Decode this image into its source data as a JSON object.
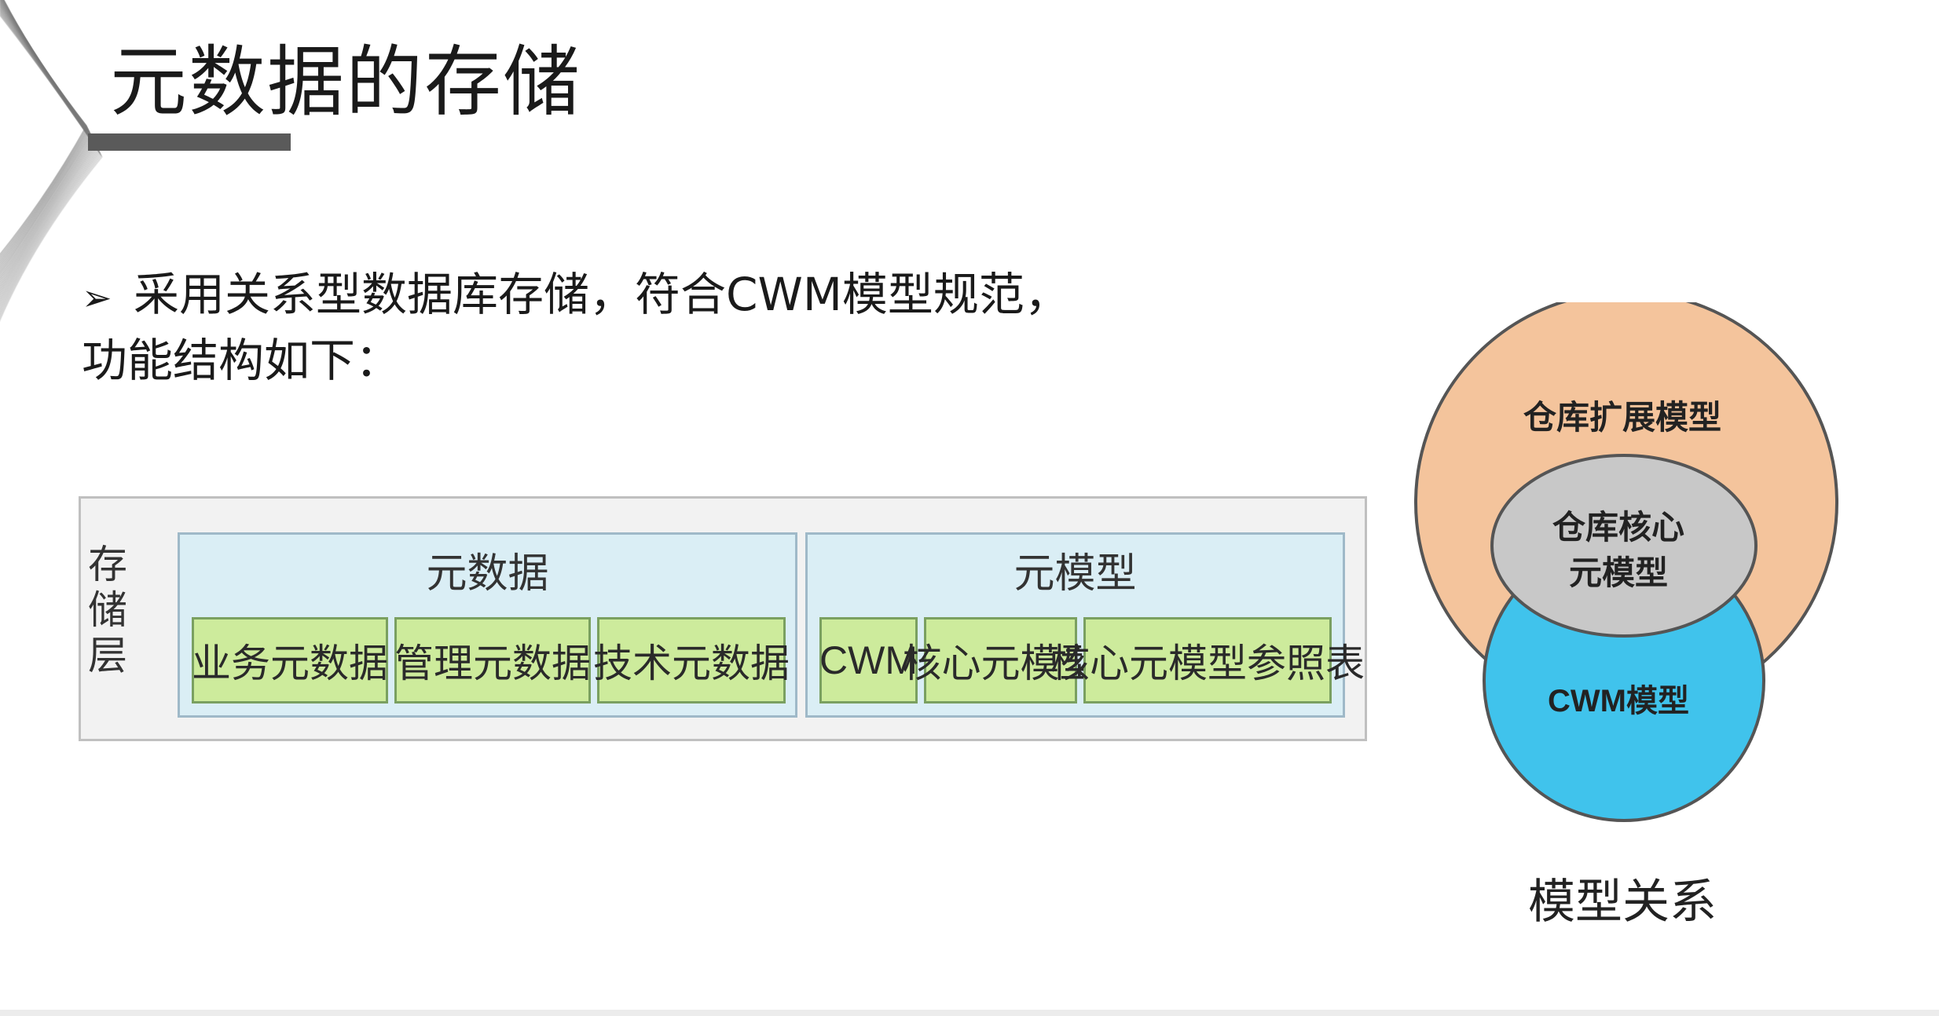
{
  "slide": {
    "title": "元数据的存储",
    "bullet": {
      "marker": "➢",
      "line1": "采用关系型数据库存储，符合CWM模型规范，",
      "line2": "功能结构如下："
    }
  },
  "storage_diagram": {
    "layer_label": "存储层",
    "groups": [
      {
        "title": "元数据",
        "cells": [
          "业务元数据",
          "管理元数据",
          "技术元数据"
        ]
      },
      {
        "title": "元模型",
        "cells": [
          "CWM",
          "核心元模型",
          "核心元模型参照表"
        ]
      }
    ],
    "colors": {
      "frame": "#f2f2f2",
      "group": "#daeef5",
      "cell": "#cdeb9c"
    }
  },
  "model_diagram": {
    "outer_label": "仓库扩展模型",
    "core_label_line1": "仓库核心",
    "core_label_line2": "元模型",
    "cwm_label": "CWM模型",
    "caption": "模型关系",
    "colors": {
      "outer": "#f4c49c",
      "core": "#c8c8c8",
      "cwm": "#40c3ec",
      "stroke": "#555555"
    }
  }
}
